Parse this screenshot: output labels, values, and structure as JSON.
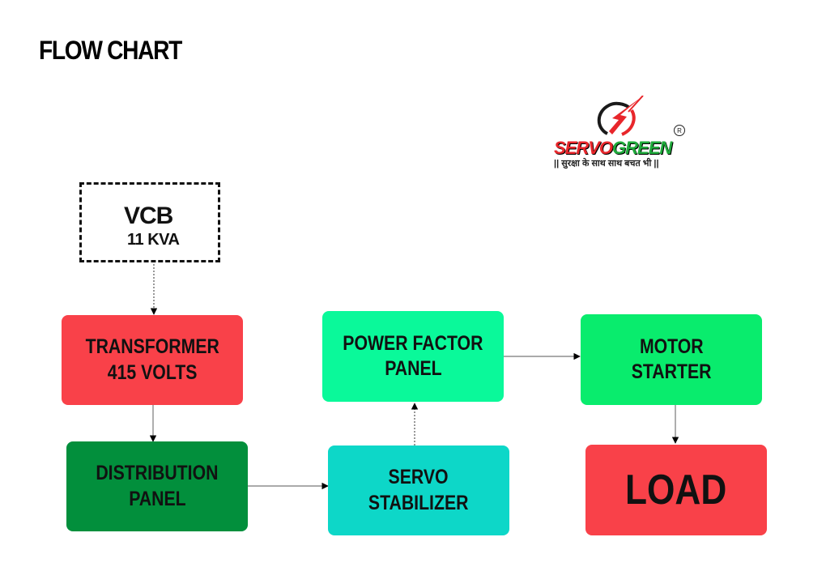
{
  "page": {
    "title": "FLOW CHART"
  },
  "logo": {
    "word_part1": "SERVO",
    "word_part2": "GREEN",
    "registered": "R",
    "tagline": "|| सुरक्षा के साथ साथ बचत भी ||",
    "colors": {
      "red": "#e8262b",
      "green": "#1faa3b"
    }
  },
  "nodes": {
    "vcb": {
      "name": "VCB",
      "rating": "11 KVA"
    },
    "transformer": {
      "line1": "TRANSFORMER",
      "line2": "415 VOLTS",
      "color": "#f94149"
    },
    "distribution": {
      "line1": "DISTRIBUTION",
      "line2": "PANEL",
      "color": "#028f3c"
    },
    "servo": {
      "line1": "SERVO",
      "line2": "STABILIZER",
      "color": "#0dd7c8"
    },
    "power_factor": {
      "line1": "POWER FACTOR",
      "line2": "PANEL",
      "color": "#0af99a"
    },
    "motor": {
      "line1": "MOTOR",
      "line2": "STARTER",
      "color": "#09ec6d"
    },
    "load": {
      "label": "LOAD",
      "color": "#f94149"
    }
  }
}
